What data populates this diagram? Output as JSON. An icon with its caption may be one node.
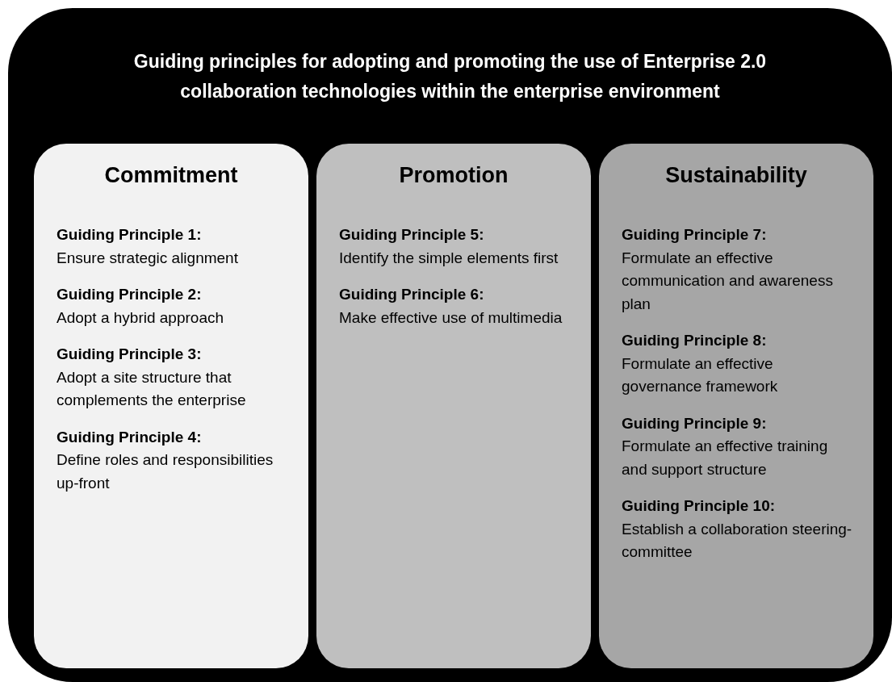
{
  "diagram": {
    "nodes": [
      {
        "text": [
          "Guiding principles for adopting and promoting the use of Enterprise 2.0 collaboration technologies within the enterprise environment"
        ]
      },
      {
        "text": [
          "Commitment",
          "**Guiding Principle 1:** Ensure strategic alignment",
          "**Guiding Principle 2:** Adopt a hybrid approach",
          "**Guiding Principle 3:** Adopt a site structure that complements the enterprise",
          "**Guiding Principle 4:** Define roles and responsibilities up-front"
        ],
        "in": 0
      },
      {
        "text": [
          "Promotion",
          "**Guiding Principle 5:** Identify the simple elements first",
          "**Guiding Principle 6:** Make effective use of multimedia"
        ],
        "in": 0
      },
      {
        "text": [
          "Sustainability",
          "**Guiding Principle 7:** Formulate an effective communication and awareness plan",
          "**Guiding Principle 8:** Formulate an effective governance framework",
          "**Guiding Principle 9:** Formulate an effective training and support structure",
          "**Guiding Principle 10:** Establish a collaboration steering-committee"
        ],
        "in": 0
      }
    ]
  }
}
